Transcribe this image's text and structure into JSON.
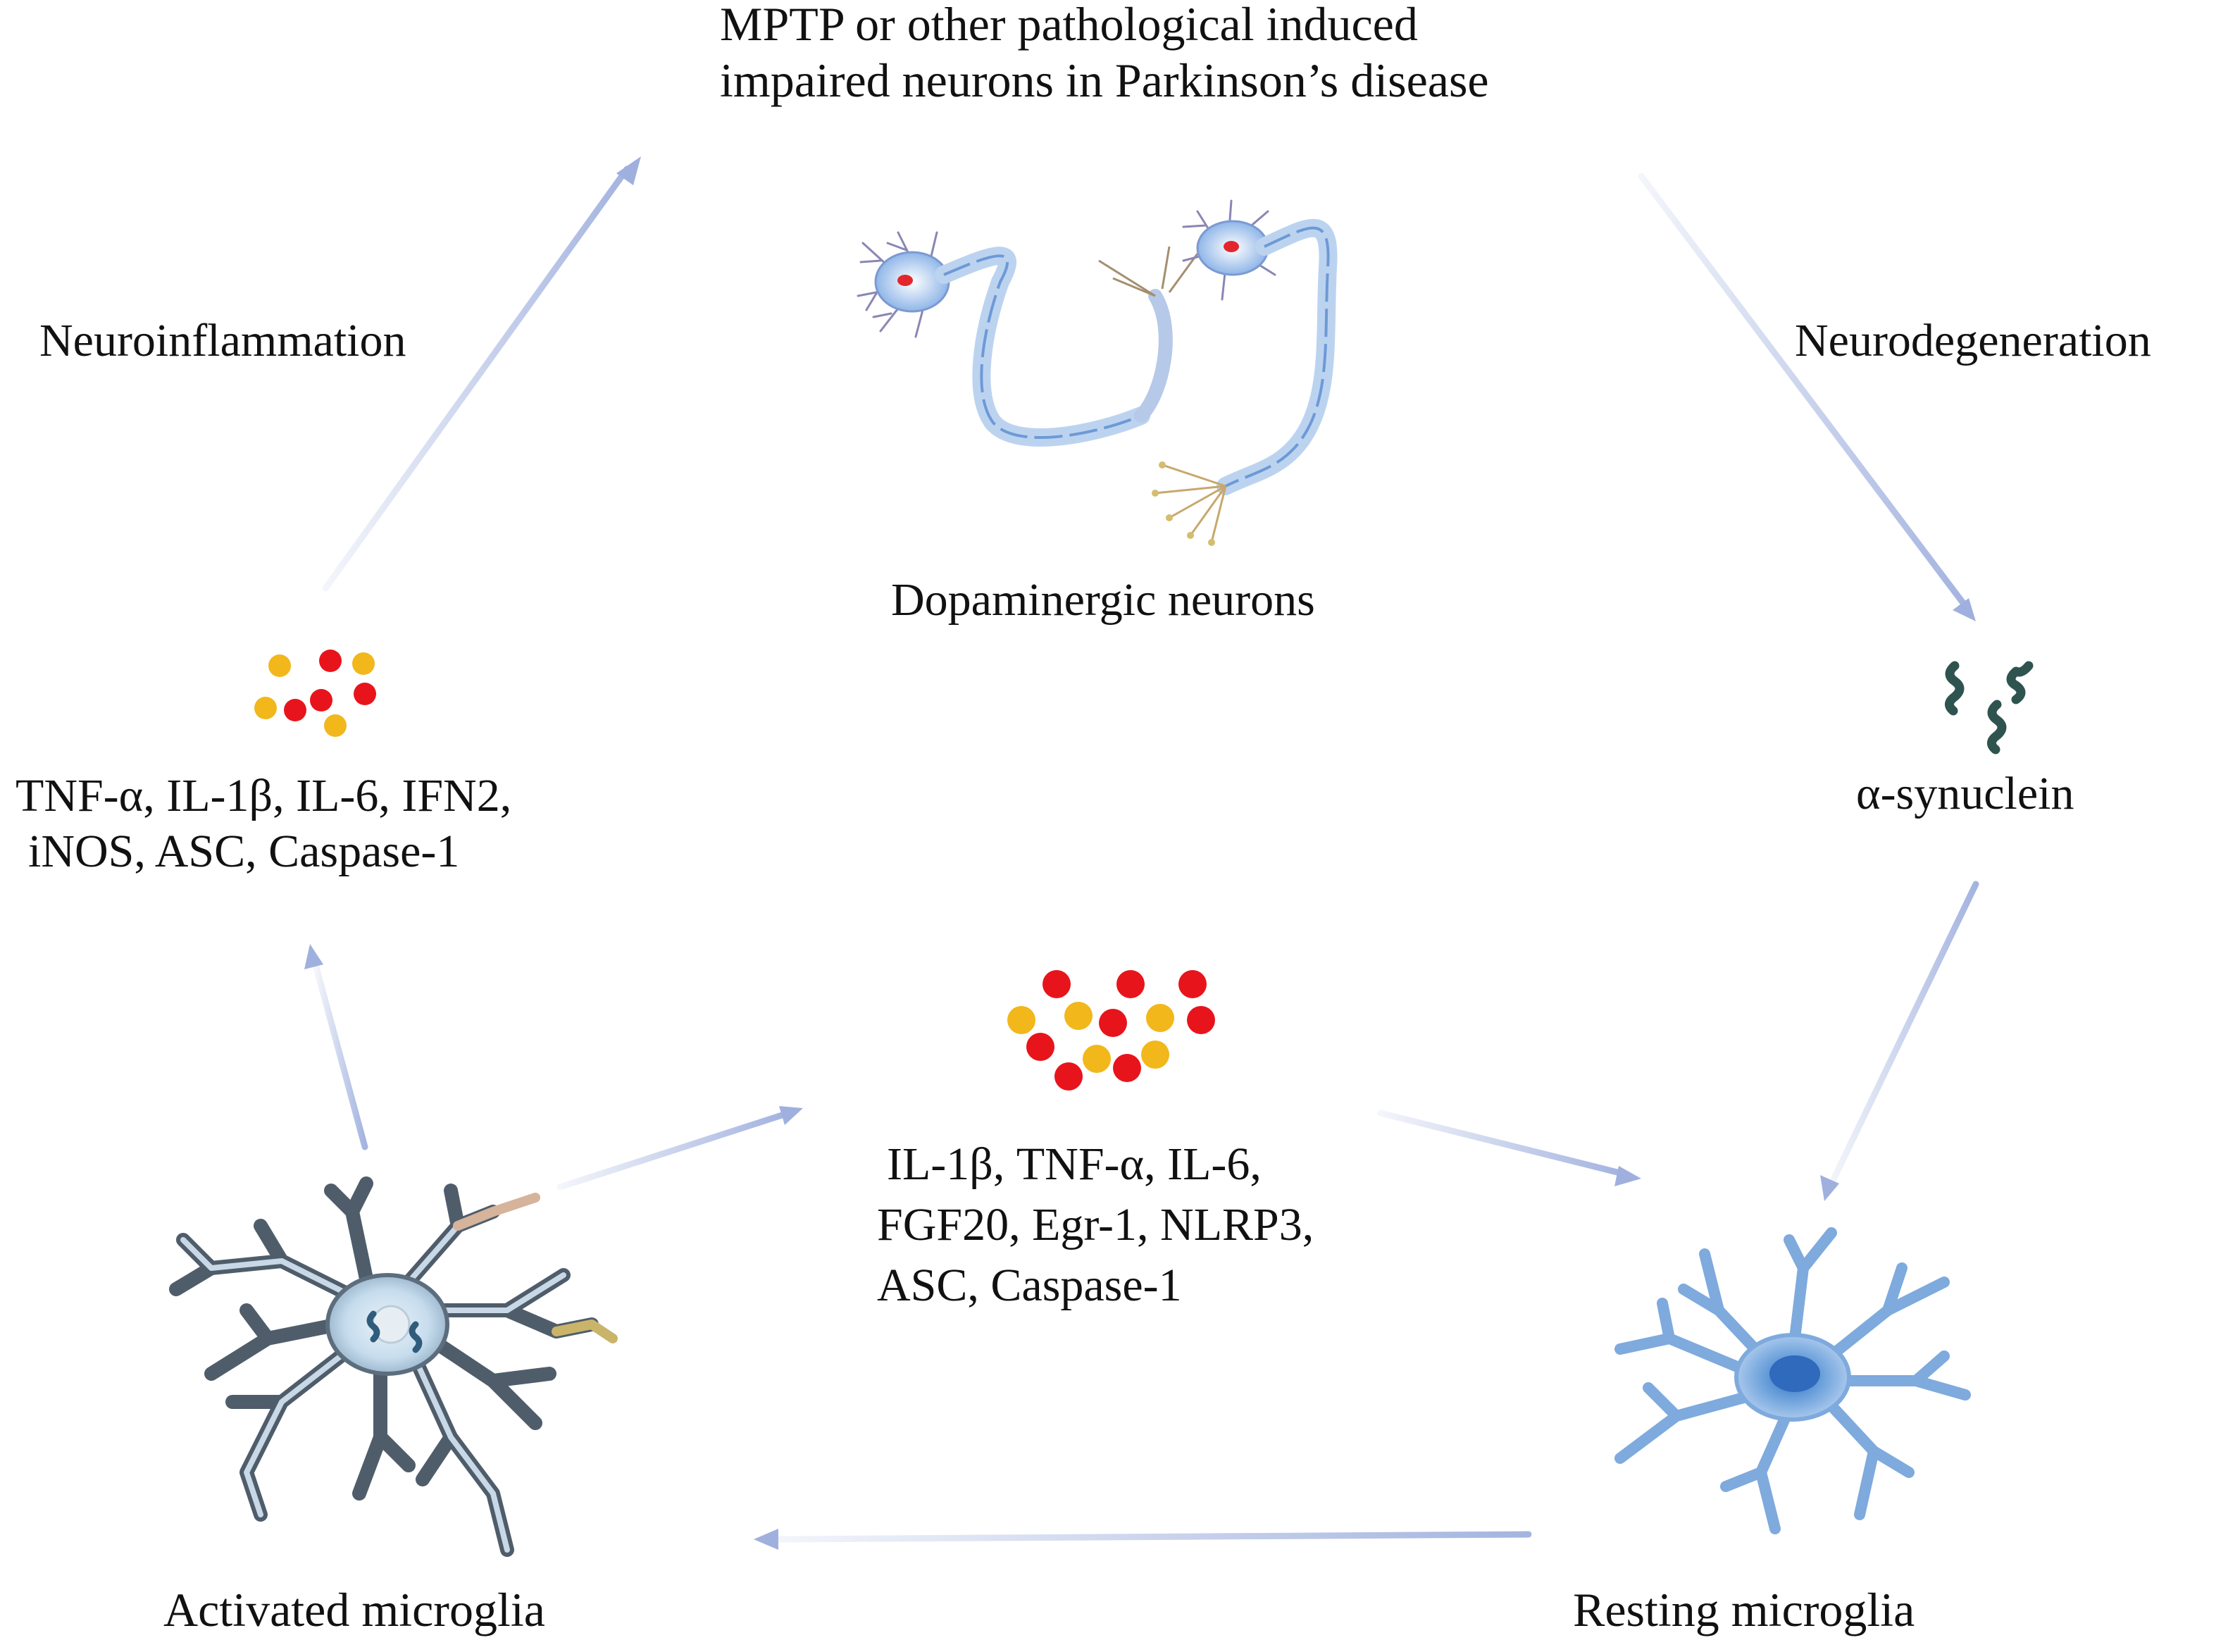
{
  "nodes": {
    "top_title": {
      "line1": "MPTP or other pathological induced",
      "line2": "impaired neurons in Parkinson’s disease"
    },
    "neurons_label": "Dopaminergic neurons",
    "synuclein_label": "α-synuclein",
    "resting_label": "Resting microglia",
    "activated_label": "Activated microglia",
    "center_factors": {
      "line1": "IL-1β, TNF-α, IL-6,",
      "line2": "FGF20, Egr-1, NLRP3,",
      "line3": "ASC, Caspase-1"
    },
    "left_factors": {
      "line1": "TNF-α, IL-1β, IL-6, IFN2,",
      "line2": "iNOS, ASC, Caspase-1"
    }
  },
  "edges": {
    "neuroinflammation": "Neuroinflammation",
    "neurodegeneration": "Neurodegeneration"
  },
  "colors": {
    "arrow": "#9fb0de",
    "dot_red": "#e8141c",
    "dot_yellow": "#f2b71b",
    "microglia_resting": "#6e9fd6",
    "microglia_activated": "#5f6e7c",
    "synuclein": "#2f5450",
    "neuron_body": "#7fa8e0"
  }
}
